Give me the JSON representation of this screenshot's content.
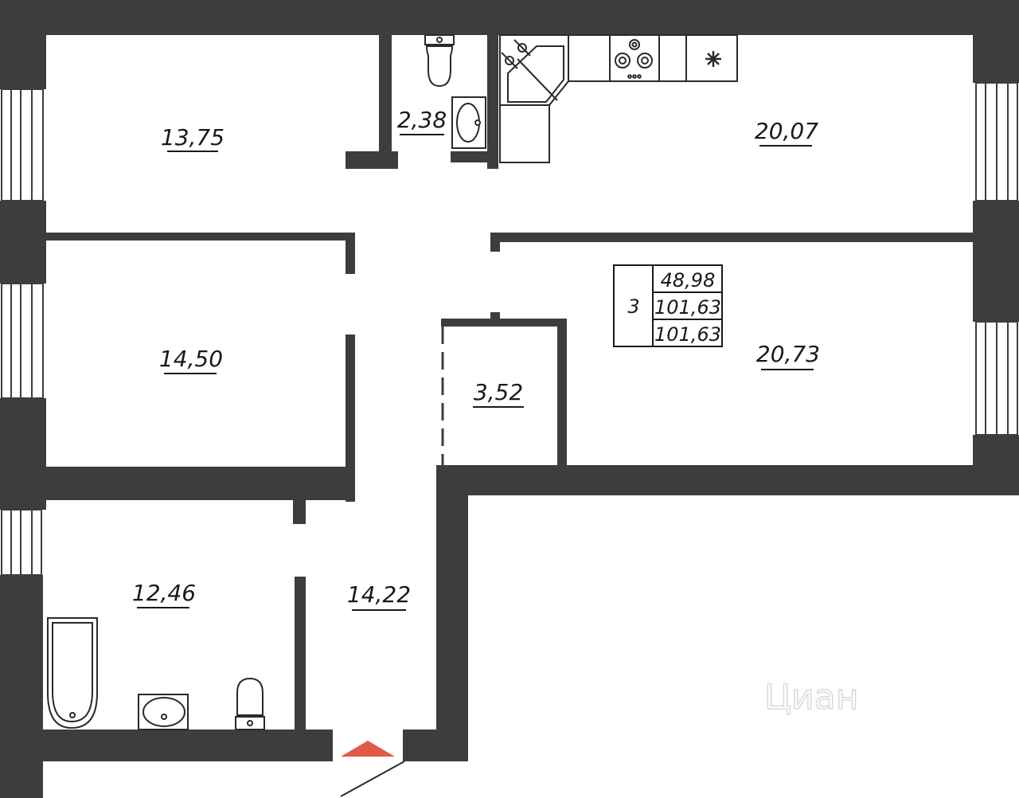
{
  "rooms": [
    {
      "id": "room-13-75",
      "area": "13,75"
    },
    {
      "id": "wc-2-38",
      "area": "2,38"
    },
    {
      "id": "kitchen-20-07",
      "area": "20,07"
    },
    {
      "id": "room-14-50",
      "area": "14,50"
    },
    {
      "id": "storage-3-52",
      "area": "3,52"
    },
    {
      "id": "room-20-73",
      "area": "20,73"
    },
    {
      "id": "bathroom-12-46",
      "area": "12,46"
    },
    {
      "id": "hall-14-22",
      "area": "14,22"
    }
  ],
  "summary": {
    "rooms_count": "3",
    "living_area": "48,98",
    "total_area": "101,63",
    "total_area_2": "101,63"
  },
  "watermark": "Циан",
  "colors": {
    "wall": "#3d3d3e",
    "entrance": "#e05a45"
  }
}
